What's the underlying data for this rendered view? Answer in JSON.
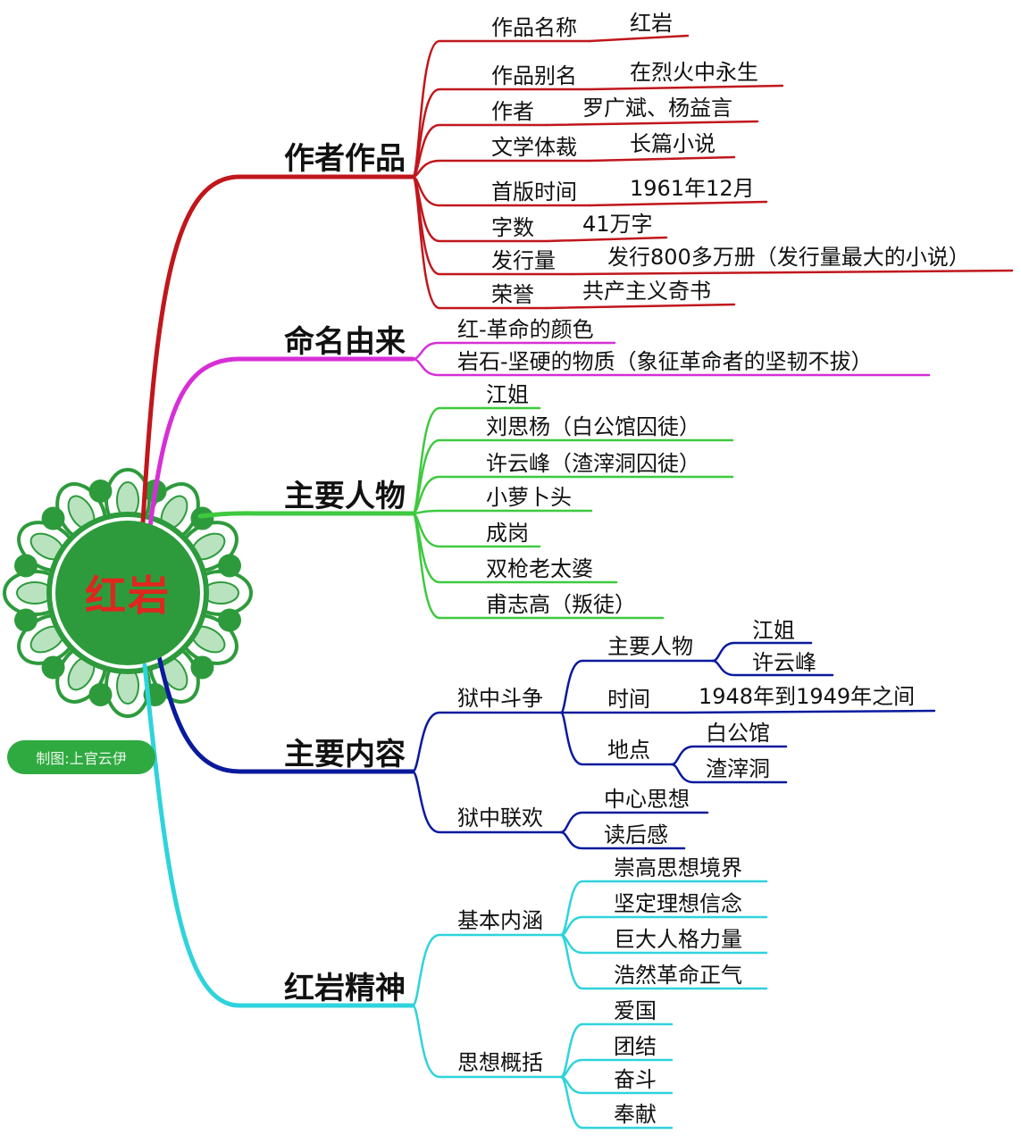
{
  "center": {
    "title": "红岩"
  },
  "credit": "制图:上官云伊",
  "colors": {
    "author_branch": "#c0171c",
    "naming_branch": "#d62fd6",
    "characters_branch": "#3ec93e",
    "content_branch": "#0a1a9c",
    "spirit_branch": "#2fd3dc",
    "center_fill": "#2d9b3c",
    "center_text": "#e0261f"
  },
  "branches": {
    "author": {
      "title": "作者作品",
      "items": [
        {
          "label": "作品名称",
          "value": "红岩"
        },
        {
          "label": "作品别名",
          "value": "在烈火中永生"
        },
        {
          "label": "作者",
          "value": "罗广斌、杨益言"
        },
        {
          "label": "文学体裁",
          "value": "长篇小说"
        },
        {
          "label": "首版时间",
          "value": "1961年12月"
        },
        {
          "label": "字数",
          "value": "41万字"
        },
        {
          "label": "发行量",
          "value": "发行800多万册（发行量最大的小说）"
        },
        {
          "label": "荣誉",
          "value": "共产主义奇书"
        }
      ]
    },
    "naming": {
      "title": "命名由来",
      "items": [
        "红-革命的颜色",
        "岩石-坚硬的物质（象征革命者的坚韧不拔）"
      ]
    },
    "characters": {
      "title": "主要人物",
      "items": [
        "江姐",
        "刘思杨（白公馆囚徒）",
        "许云峰（渣滓洞囚徒）",
        "小萝卜头",
        "成岗",
        "双枪老太婆",
        "甫志高（叛徒）"
      ]
    },
    "content": {
      "title": "主要内容",
      "struggle": {
        "title": "狱中斗争",
        "people": {
          "label": "主要人物",
          "items": [
            "江姐",
            "许云峰"
          ]
        },
        "time": {
          "label": "时间",
          "value": "1948年到1949年之间"
        },
        "place": {
          "label": "地点",
          "items": [
            "白公馆",
            "渣滓洞"
          ]
        }
      },
      "party": {
        "title": "狱中联欢",
        "items": [
          "中心思想",
          "读后感"
        ]
      }
    },
    "spirit": {
      "title": "红岩精神",
      "connotation": {
        "title": "基本内涵",
        "items": [
          "崇高思想境界",
          "坚定理想信念",
          "巨大人格力量",
          "浩然革命正气"
        ]
      },
      "summary": {
        "title": "思想概括",
        "items": [
          "爱国",
          "团结",
          "奋斗",
          "奉献"
        ]
      }
    }
  }
}
